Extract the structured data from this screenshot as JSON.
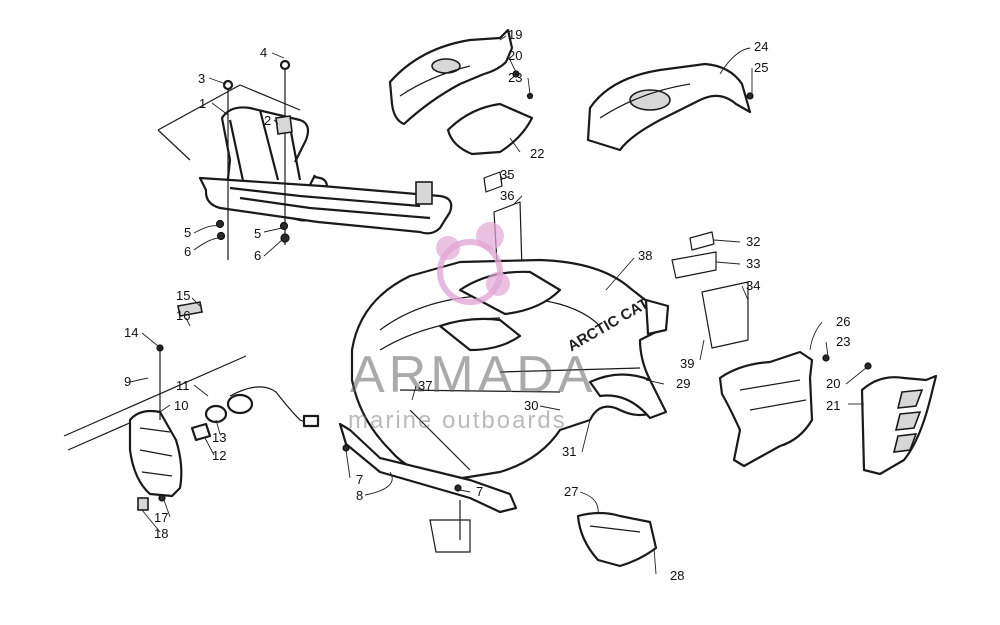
{
  "callouts": {
    "c1": "1",
    "c2": "2",
    "c3": "3",
    "c4": "4",
    "c5a": "5",
    "c5b": "5",
    "c6a": "6",
    "c6b": "6",
    "c7a": "7",
    "c7b": "7",
    "c8": "8",
    "c9": "9",
    "c10": "10",
    "c11": "11",
    "c12": "12",
    "c13": "13",
    "c14": "14",
    "c15": "15",
    "c16": "16",
    "c17": "17",
    "c18": "18",
    "c19": "19",
    "c20a": "20",
    "c20b": "20",
    "c21": "21",
    "c22": "22",
    "c23a": "23",
    "c23b": "23",
    "c24": "24",
    "c25": "25",
    "c26": "26",
    "c27": "27",
    "c28": "28",
    "c29": "29",
    "c30": "30",
    "c31": "31",
    "c32": "32",
    "c33": "33",
    "c34": "34",
    "c35": "35",
    "c36": "36",
    "c37": "37",
    "c38": "38",
    "c39": "39"
  },
  "decal_text": "ARCTIC CAT",
  "watermark": {
    "title": "ARMADA",
    "subtitle": "marine outboards",
    "logo_color": "#e3a6d4"
  }
}
